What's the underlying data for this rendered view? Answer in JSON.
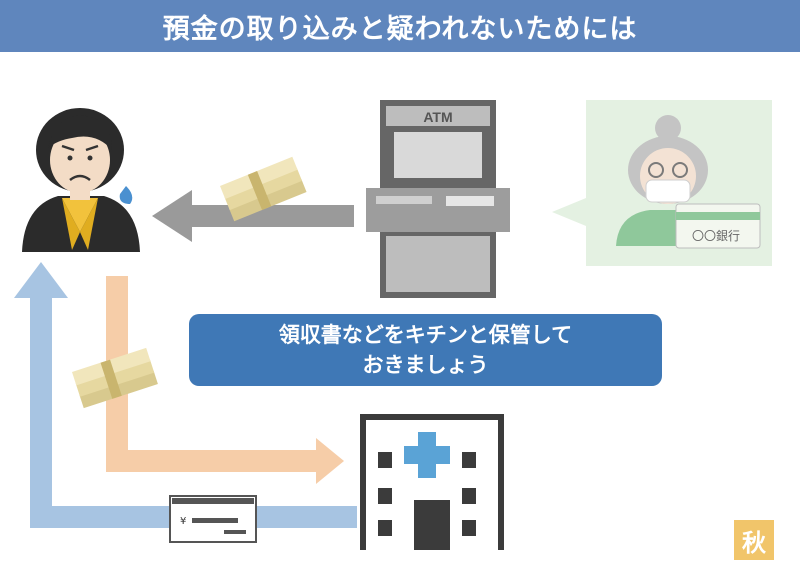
{
  "title": "預金の取り込みと疑われないためには",
  "atm": {
    "label": "ATM"
  },
  "card": {
    "label": "〇〇銀行"
  },
  "cheque": {
    "symbol": "¥"
  },
  "callout": {
    "line1": "領収書などをキチンと保管して",
    "line2": "おきましょう"
  },
  "watermark": {
    "text": "秋"
  },
  "colors": {
    "title_bg": "#5f86bd",
    "callout_bg": "#3f78b6",
    "arrow_gray": "#9a9a9a",
    "arrow_blue": "#a7c4e2",
    "arrow_orange": "#f6cda8",
    "elder_panel": "#e4f1e2",
    "money": "#efe3b4",
    "hospital_cross": "#5aa3d6"
  }
}
